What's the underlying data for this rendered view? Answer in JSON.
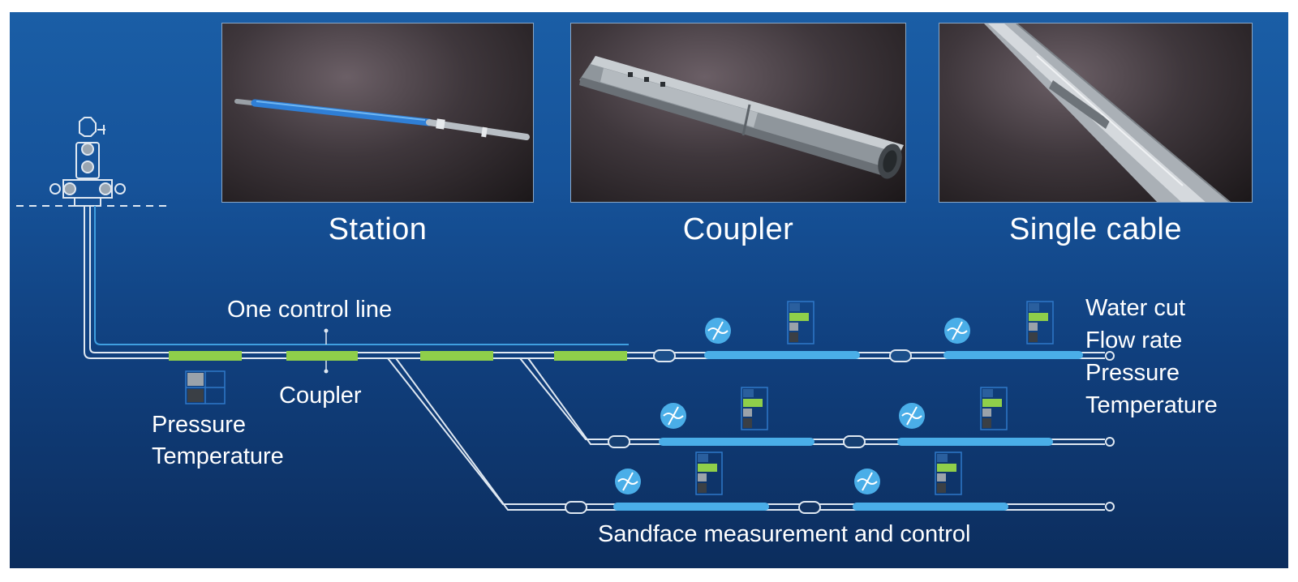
{
  "photos": {
    "station": {
      "caption": "Station"
    },
    "coupler": {
      "caption": "Coupler"
    },
    "single_cable": {
      "caption": "Single cable"
    }
  },
  "labels": {
    "control_line": "One control line",
    "coupler": "Coupler",
    "pressure": "Pressure",
    "temperature": "Temperature",
    "sandface": "Sandface measurement and control",
    "measurements": [
      "Water cut",
      "Flow rate",
      "Pressure",
      "Temperature"
    ]
  },
  "colors": {
    "background_top": "#1a5ea6",
    "background_bottom": "#0c2d5d",
    "station_green": "#8fcf4a",
    "tube_blue": "#4aaee8",
    "line_white": "#dfe8f2"
  }
}
